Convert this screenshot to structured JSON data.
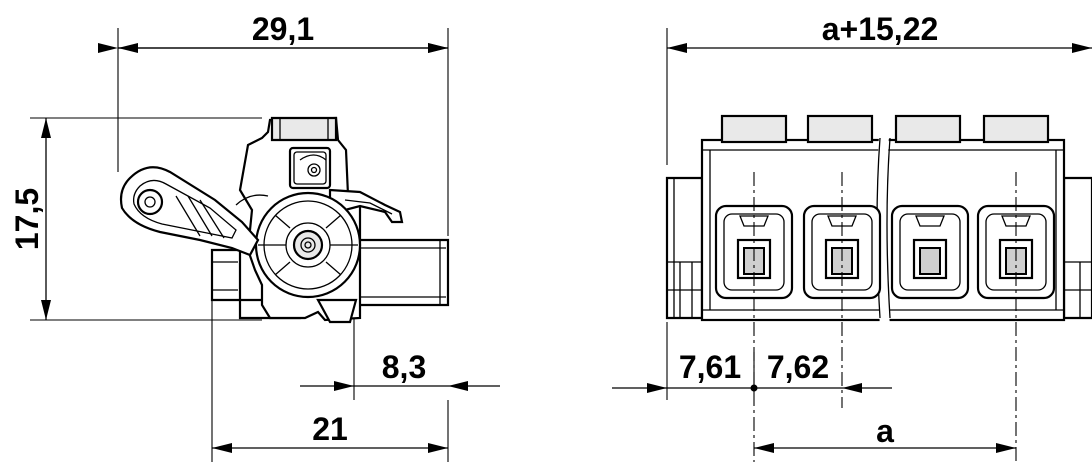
{
  "dimensions": {
    "side_width": "29,1",
    "side_height": "17,5",
    "side_pin_offset": "8,3",
    "side_base": "21",
    "front_width": "a+15,22",
    "front_left_offset": "7,61",
    "front_pitch": "7,62",
    "front_pitch_span": "a"
  }
}
